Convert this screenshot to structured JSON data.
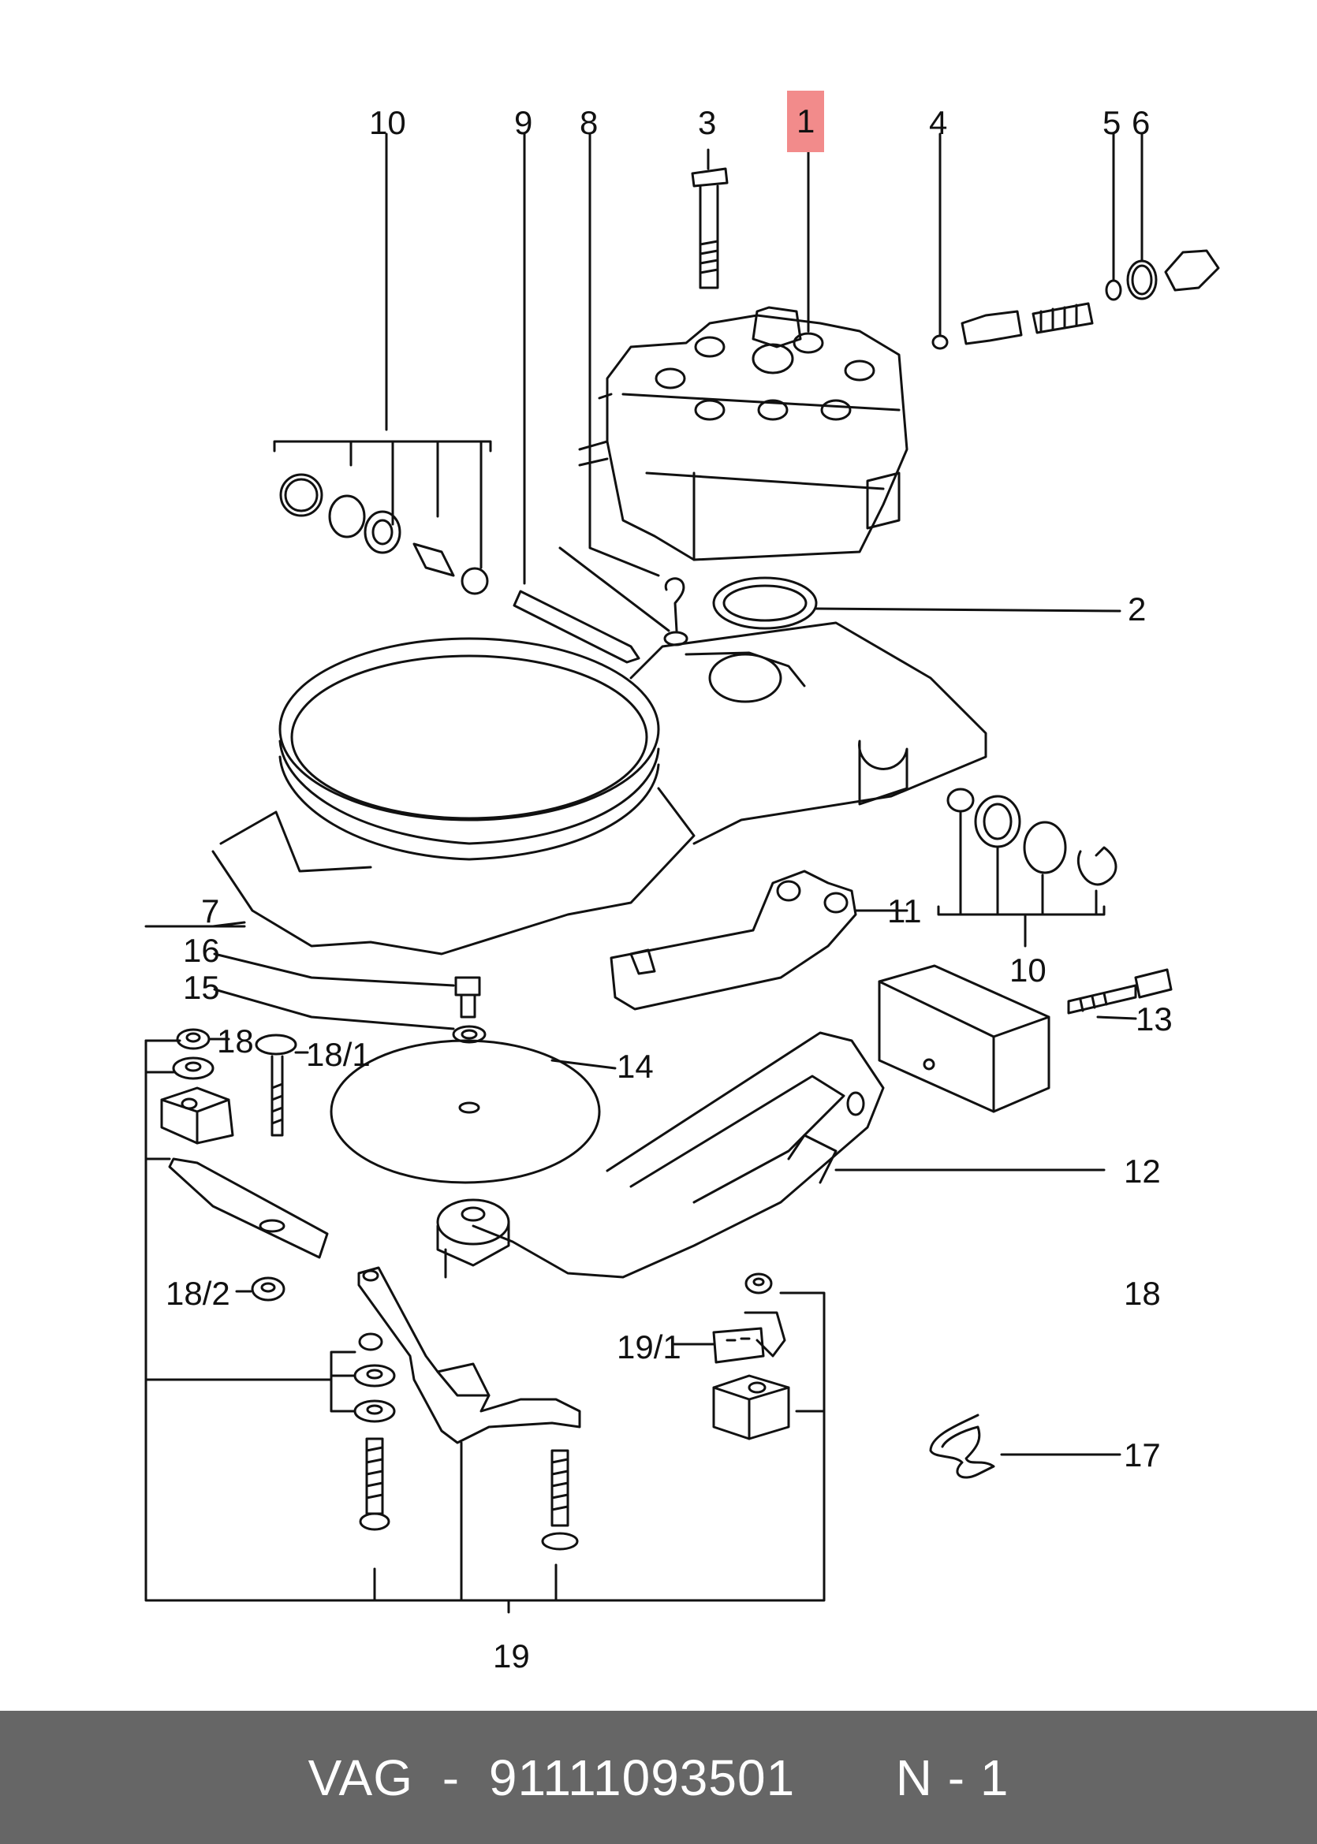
{
  "callouts": {
    "c1": "1",
    "c2": "2",
    "c3": "3",
    "c4": "4",
    "c5": "5",
    "c6": "6",
    "c7": "7",
    "c8": "8",
    "c9": "9",
    "c10a": "10",
    "c10b": "10",
    "c11": "11",
    "c12": "12",
    "c13": "13",
    "c14": "14",
    "c15": "15",
    "c16": "16",
    "c17": "17",
    "c18a": "18",
    "c18b": "18",
    "c18_1": "18/1",
    "c18_2": "18/2",
    "c19": "19",
    "c19_1": "19/1"
  },
  "highlight_color": "#f28b8b",
  "footer": {
    "brand": "VAG",
    "sep": "-",
    "part_number": "91111093501",
    "note": "N - 1"
  }
}
